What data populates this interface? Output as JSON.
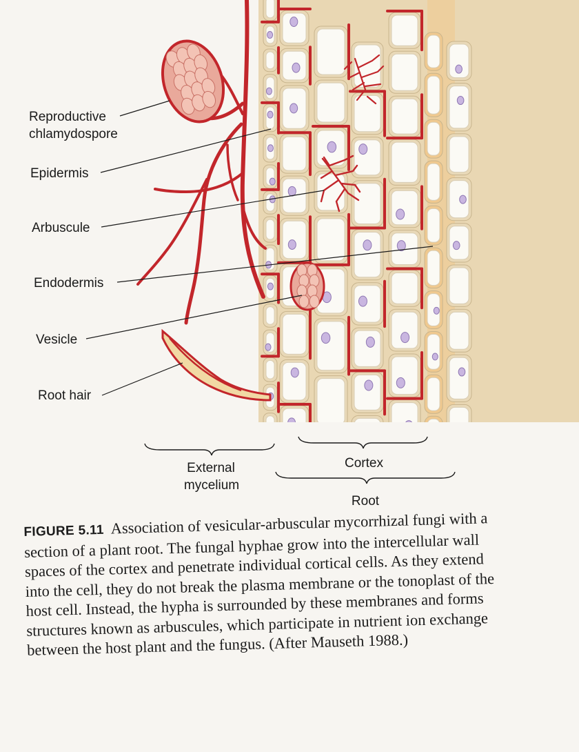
{
  "labels": {
    "reproductive": "Reproductive",
    "chlamydospore": "chlamydospore",
    "epidermis": "Epidermis",
    "arbuscule": "Arbuscule",
    "endodermis": "Endodermis",
    "vesicle": "Vesicle",
    "root_hair": "Root hair",
    "external": "External",
    "mycelium": "mycelium",
    "cortex": "Cortex",
    "root": "Root"
  },
  "caption": {
    "figure": "FIGURE 5.11",
    "text": "Association of vesicular-arbuscular mycorrhizal fungi with a section of a plant root. The fungal hyphae grow into the intercellular wall spaces of the cortex and penetrate individual cortical cells. As they extend into the cell, they do not break the plasma membrane or the tonoplast of the host cell. Instead, the hypha is surrounded by these membranes and forms structures known as arbuscules, which participate in nutrient ion exchange between the host plant and the fungus. (After Mauseth 1988.)"
  },
  "colors": {
    "hypha": "#c2262b",
    "cell_wall": "#e9d9b8",
    "cell_fill": "#fbfaf5",
    "nucleus": "#c9b6e0",
    "endodermis": "#f0c98f"
  }
}
